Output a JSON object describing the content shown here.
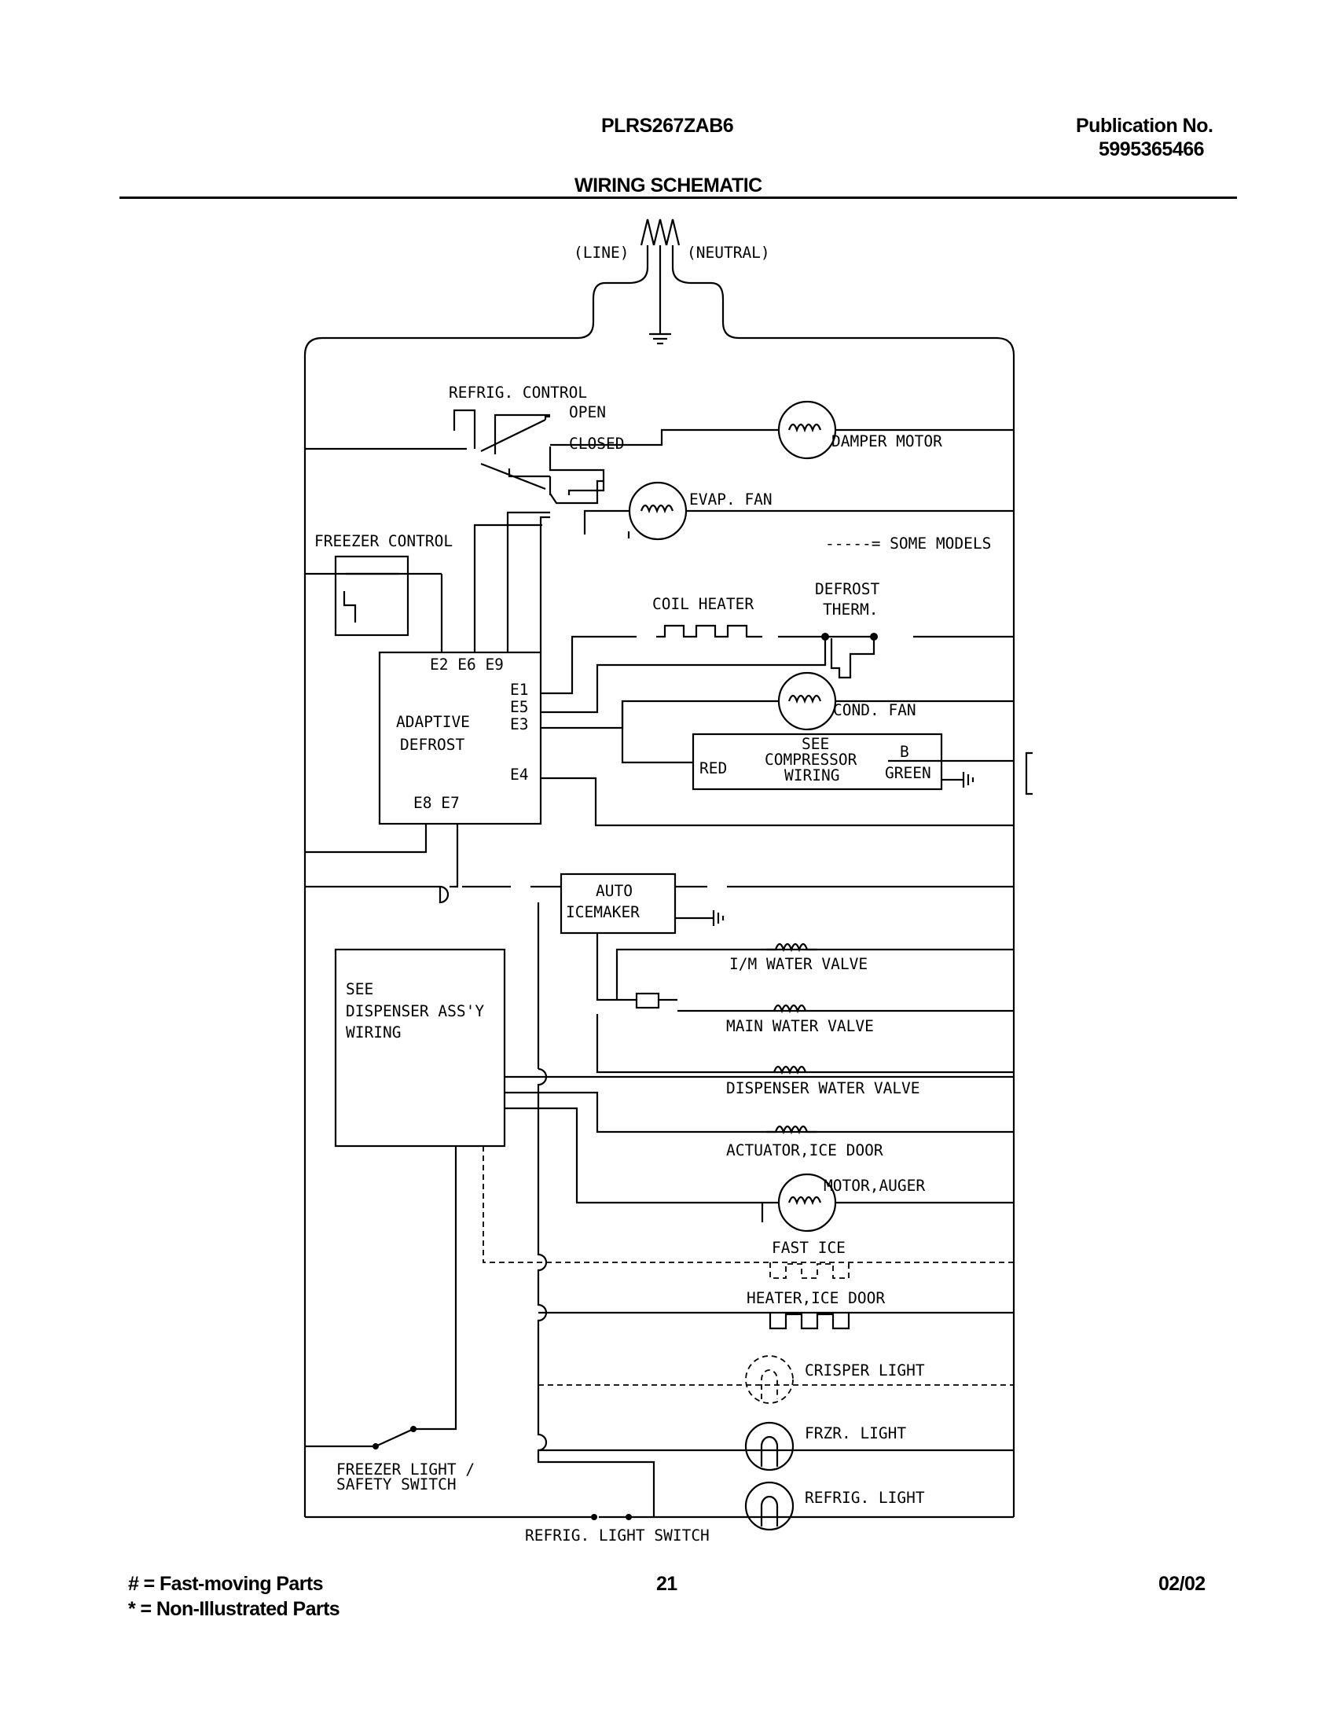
{
  "header": {
    "model": "PLRS267ZAB6",
    "publication_label": "Publication No.",
    "publication_number": "5995365466",
    "title": "WIRING SCHEMATIC"
  },
  "schematic": {
    "line": "(LINE)",
    "neutral": "(NEUTRAL)",
    "refrig_control": "REFRIG. CONTROL",
    "open": "OPEN",
    "closed": "CLOSED",
    "damper_motor": "DAMPER MOTOR",
    "evap_fan": "EVAP. FAN",
    "freezer_control": "FREEZER CONTROL",
    "some_models": "-----= SOME MODELS",
    "coil_heater": "COIL HEATER",
    "defrost_therm_1": "DEFROST",
    "defrost_therm_2": "THERM.",
    "adaptive_defrost_1": "ADAPTIVE",
    "adaptive_defrost_2": "DEFROST",
    "terminals_top": "E2 E6 E9",
    "e1": "E1",
    "e5": "E5",
    "e3": "E3",
    "e4": "E4",
    "terminals_bottom": "E8 E7",
    "cond_fan": "COND. FAN",
    "see_compressor_1": "SEE",
    "see_compressor_2": "COMPRESSOR",
    "see_compressor_3": "WIRING",
    "red": "RED",
    "b": "B",
    "green": "GREEN",
    "auto_icemaker_1": "AUTO",
    "auto_icemaker_2": "ICEMAKER",
    "see_dispenser_1": "SEE",
    "see_dispenser_2": "DISPENSER ASS'Y",
    "see_dispenser_3": "WIRING",
    "im_water_valve": "I/M WATER VALVE",
    "main_water_valve": "MAIN WATER VALVE",
    "dispenser_water_valve": "DISPENSER WATER VALVE",
    "actuator_ice_door": "ACTUATOR,ICE DOOR",
    "motor_auger": "MOTOR,AUGER",
    "fast_ice": "FAST ICE",
    "heater_ice_door": "HEATER,ICE DOOR",
    "crisper_light": "CRISPER LIGHT",
    "frzr_light": "FRZR. LIGHT",
    "freezer_light_switch_1": "FREEZER LIGHT /",
    "freezer_light_switch_2": "SAFETY SWITCH",
    "refrig_light": "REFRIG. LIGHT",
    "refrig_light_switch": "REFRIG. LIGHT SWITCH"
  },
  "footer": {
    "legend_fast": "#  =  Fast-moving Parts",
    "legend_non": "*   =  Non-Illustrated Parts",
    "page": "21",
    "date": "02/02"
  }
}
